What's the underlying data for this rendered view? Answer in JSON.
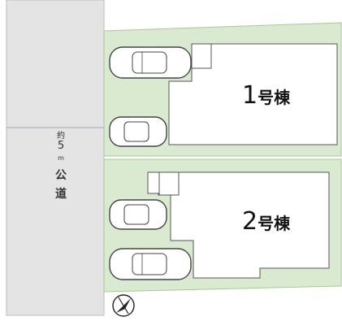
{
  "road": {
    "approx": "約",
    "width_value": "5",
    "unit": "m",
    "type_char1": "公",
    "type_char2": "道"
  },
  "buildings": [
    {
      "number": "1",
      "suffix": "号棟"
    },
    {
      "number": "2",
      "suffix": "号棟"
    }
  ],
  "colors": {
    "lot_green": "#d9ead0",
    "lot_border": "#a9c79a",
    "road_gray": "#e4e4e4",
    "building_fill": "#ffffff",
    "outline": "#444444"
  },
  "icons": {
    "compass": "north-arrow-icon",
    "car": "car-icon"
  }
}
